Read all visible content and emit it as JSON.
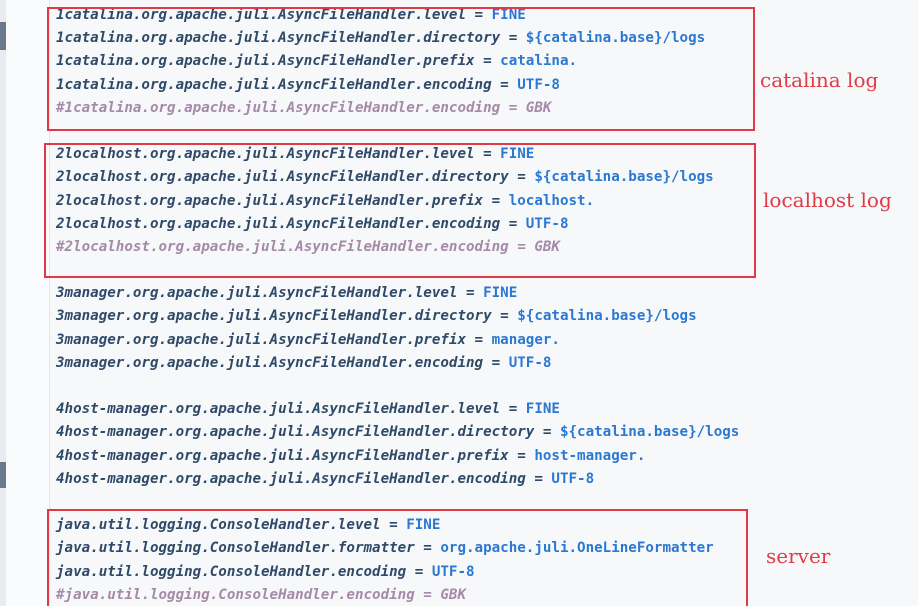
{
  "editor": {
    "lines": [
      {
        "key": "1catalina.org.apache.juli.AsyncFileHandler.level",
        "value": "FINE"
      },
      {
        "key": "1catalina.org.apache.juli.AsyncFileHandler.directory",
        "value": "${catalina.base}/logs"
      },
      {
        "key": "1catalina.org.apache.juli.AsyncFileHandler.prefix",
        "value": "catalina."
      },
      {
        "key": "1catalina.org.apache.juli.AsyncFileHandler.encoding",
        "value": "UTF-8"
      },
      {
        "comment": "#1catalina.org.apache.juli.AsyncFileHandler.encoding = GBK"
      },
      {
        "blank": true
      },
      {
        "key": "2localhost.org.apache.juli.AsyncFileHandler.level",
        "value": "FINE"
      },
      {
        "key": "2localhost.org.apache.juli.AsyncFileHandler.directory",
        "value": "${catalina.base}/logs"
      },
      {
        "key": "2localhost.org.apache.juli.AsyncFileHandler.prefix",
        "value": "localhost."
      },
      {
        "key": "2localhost.org.apache.juli.AsyncFileHandler.encoding",
        "value": "UTF-8"
      },
      {
        "comment": "#2localhost.org.apache.juli.AsyncFileHandler.encoding = GBK"
      },
      {
        "blank": true
      },
      {
        "key": "3manager.org.apache.juli.AsyncFileHandler.level",
        "value": "FINE"
      },
      {
        "key": "3manager.org.apache.juli.AsyncFileHandler.directory",
        "value": "${catalina.base}/logs"
      },
      {
        "key": "3manager.org.apache.juli.AsyncFileHandler.prefix",
        "value": "manager."
      },
      {
        "key": "3manager.org.apache.juli.AsyncFileHandler.encoding",
        "value": "UTF-8"
      },
      {
        "blank": true
      },
      {
        "key": "4host-manager.org.apache.juli.AsyncFileHandler.level",
        "value": "FINE"
      },
      {
        "key": "4host-manager.org.apache.juli.AsyncFileHandler.directory",
        "value": "${catalina.base}/logs"
      },
      {
        "key": "4host-manager.org.apache.juli.AsyncFileHandler.prefix",
        "value": "host-manager."
      },
      {
        "key": "4host-manager.org.apache.juli.AsyncFileHandler.encoding",
        "value": "UTF-8"
      },
      {
        "blank": true
      },
      {
        "key": "java.util.logging.ConsoleHandler.level",
        "value": "FINE"
      },
      {
        "key": "java.util.logging.ConsoleHandler.formatter",
        "value": "org.apache.juli.OneLineFormatter"
      },
      {
        "key": "java.util.logging.ConsoleHandler.encoding",
        "value": "UTF-8"
      },
      {
        "comment": "#java.util.logging.ConsoleHandler.encoding = GBK"
      }
    ],
    "separator": " = "
  },
  "annotations": {
    "catalina": "catalina log",
    "localhost": "localhost log",
    "server": "server"
  },
  "colors": {
    "key": "#2f4a69",
    "value": "#2b78d0",
    "comment": "#a58aa8",
    "annotation": "#e03a45"
  }
}
